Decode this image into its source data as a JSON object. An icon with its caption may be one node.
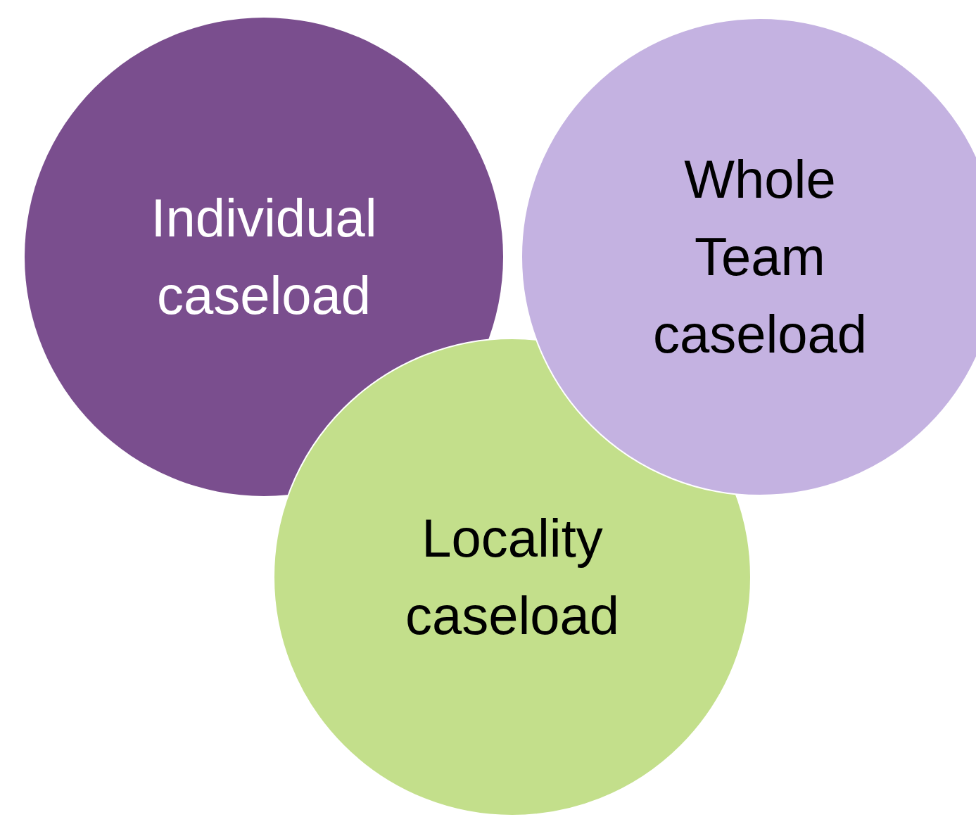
{
  "diagram": {
    "nodes": [
      {
        "text": [
          "Individual caseload"
        ]
      },
      {
        "text": [
          "Whole Team caseload"
        ]
      },
      {
        "text": [
          "Locality caseload"
        ]
      }
    ]
  }
}
